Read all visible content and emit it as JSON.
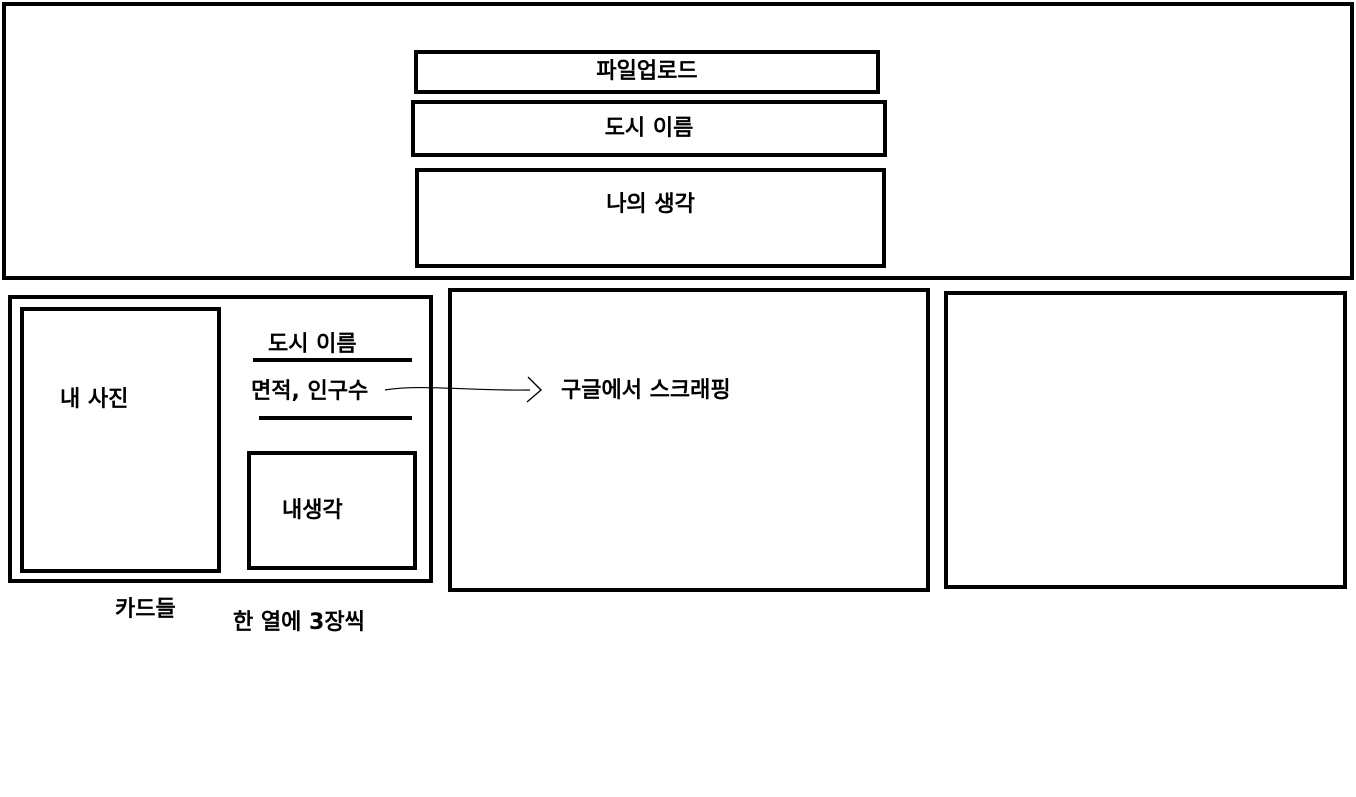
{
  "form": {
    "upload_label": "파일업로드",
    "city_name_label": "도시 이름",
    "thoughts_label": "나의 생각"
  },
  "card": {
    "photo_label": "내 사진",
    "city_name_label": "도시 이름",
    "area_population_label": "면적, 인구수",
    "thoughts_label": "내생각"
  },
  "annotations": {
    "scraping_label": "구글에서 스크래핑",
    "cards_label": "카드들",
    "per_row_label": "한 열에 3장씩"
  }
}
